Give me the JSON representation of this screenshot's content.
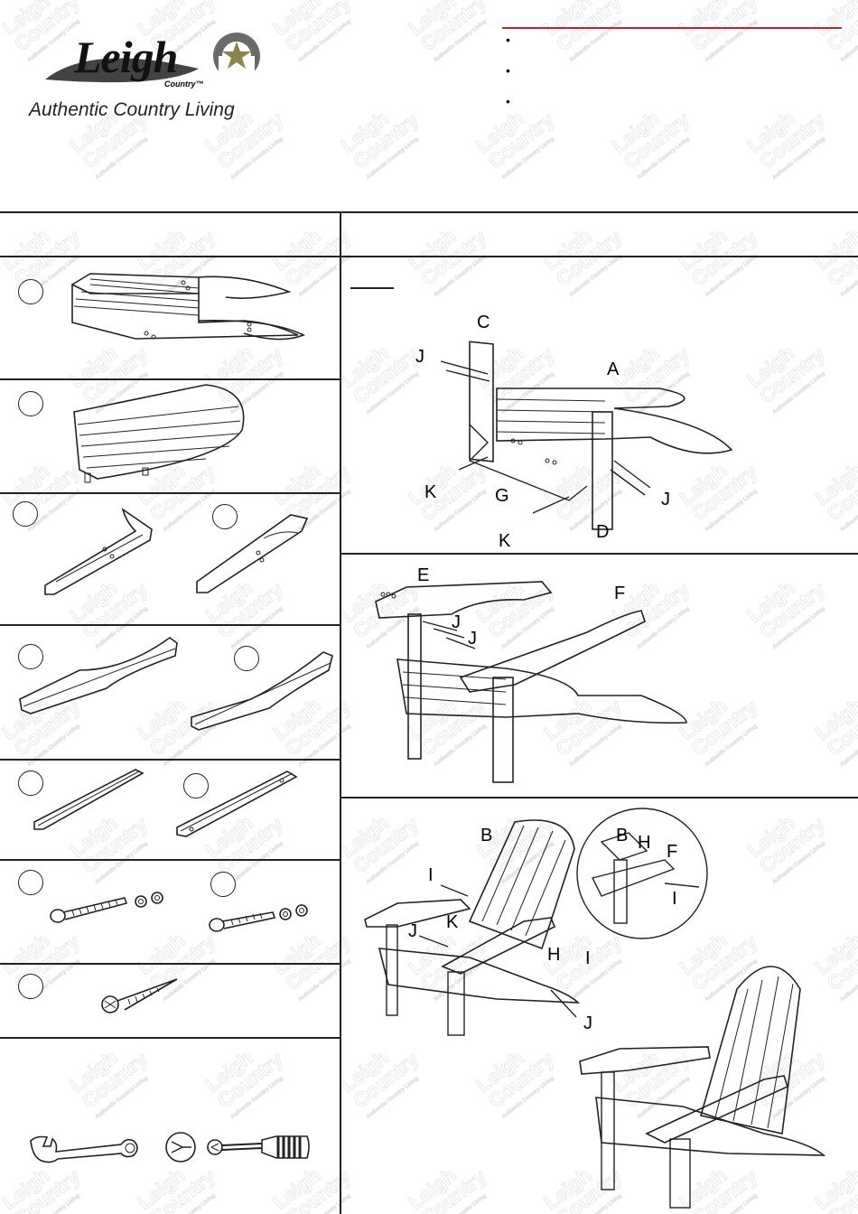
{
  "brand": {
    "name": "Leigh",
    "sub": "Country™",
    "tagline": "Authentic Country Living",
    "accent_color": "#c0252b"
  },
  "header_notes": {
    "bullets": [
      "",
      "",
      ""
    ]
  },
  "watermark": {
    "line1": "Leigh",
    "line2": "Country",
    "line3": "Authentic Country Living"
  },
  "parts": {
    "icons": [
      "seat-assembly-icon",
      "chair-back-icon",
      "left-leg-icon",
      "right-leg-icon",
      "left-armrest-icon",
      "right-armrest-icon",
      "front-brace-icon",
      "back-brace-icon",
      "long-bolt-icon",
      "short-bolt-icon",
      "wood-screw-icon",
      "wrench-icon",
      "screwdriver-icon"
    ]
  },
  "steps": {
    "step1_labels": [
      "C",
      "J",
      "A",
      "K",
      "G",
      "J",
      "K",
      "D"
    ],
    "step2_labels": [
      "E",
      "F",
      "J",
      "J"
    ],
    "step3_labels": [
      "B",
      "I",
      "K",
      "J",
      "H",
      "I",
      "J"
    ],
    "detail_labels": [
      "B",
      "H",
      "F",
      "I"
    ]
  }
}
